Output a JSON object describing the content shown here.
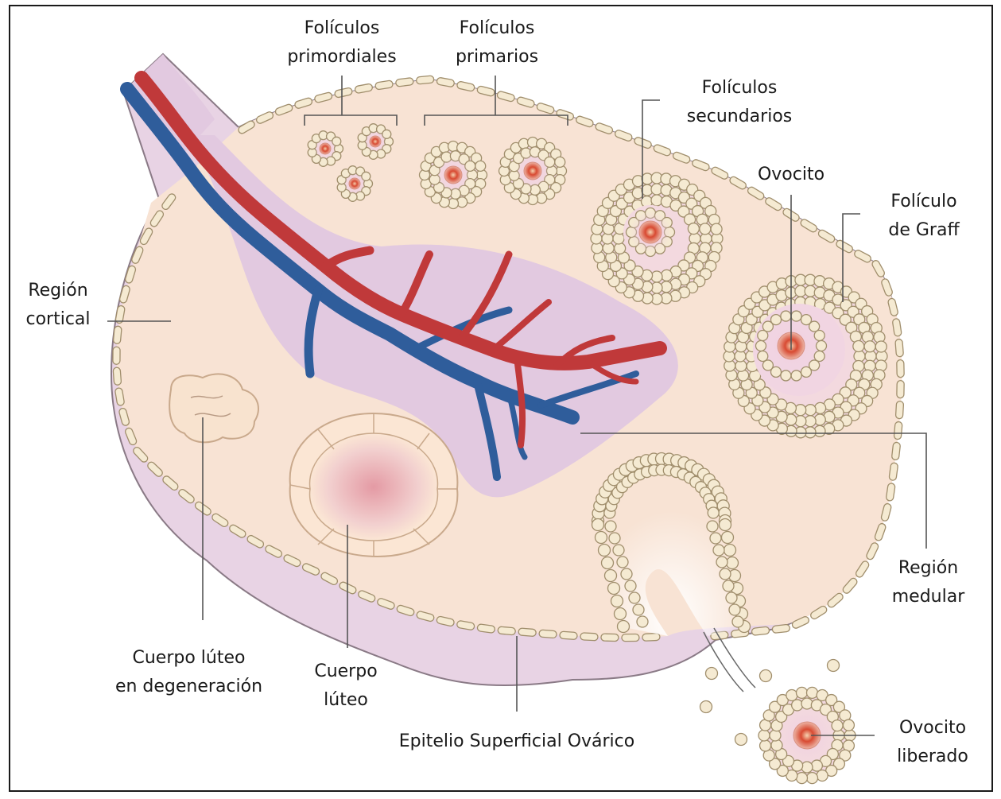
{
  "labels": {
    "primordiales": [
      "Folículos",
      "primordiales"
    ],
    "primarios": [
      "Folículos",
      "primarios"
    ],
    "secundarios": [
      "Folículos",
      "secundarios"
    ],
    "ovocito": [
      "Ovocito"
    ],
    "graff": [
      "Folículo",
      "de Graff"
    ],
    "cortical": [
      "Región",
      "cortical"
    ],
    "medular": [
      "Región",
      "medular"
    ],
    "luteo_degeneracion": [
      "Cuerpo lúteo",
      "en degeneración"
    ],
    "luteo": [
      "Cuerpo",
      "lúteo"
    ],
    "epitelio": [
      "Epitelio Superficial Ovárico"
    ],
    "liberado": [
      "Ovocito",
      "liberado"
    ]
  },
  "colors": {
    "stroma": "#f8e3d4",
    "capsule": "#e8d3e4",
    "medulla": "#e2c9e0",
    "artery": "#c0393a",
    "vein": "#2f5d9b",
    "cell_fill": "#f5ead2",
    "cell_stroke": "#a08e6c",
    "oocyte_core": "#d84a32",
    "leader_line": "#555555"
  }
}
